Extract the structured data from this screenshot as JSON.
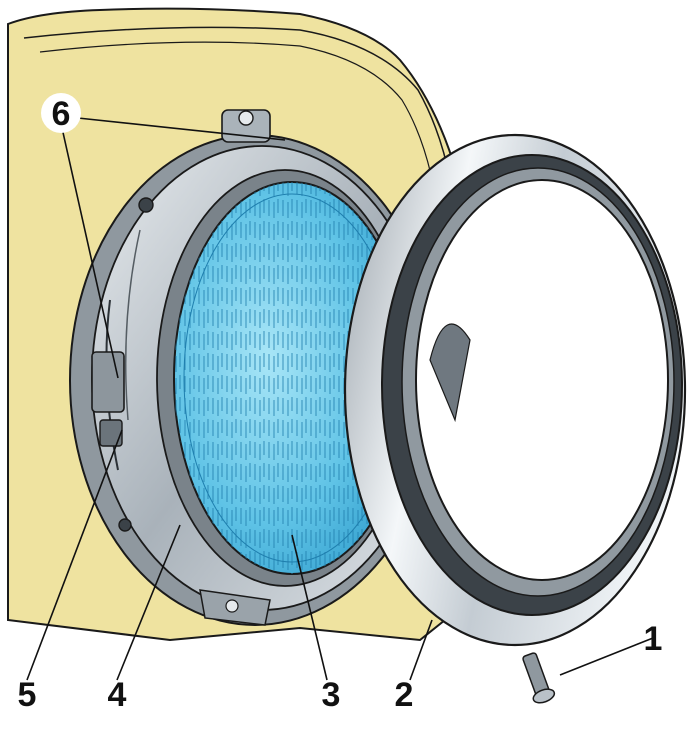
{
  "colors": {
    "panel": "#efe3a0",
    "panel_shade": "#d9c77c",
    "outline": "#1a1a1a",
    "housing": "#b9c1c8",
    "housing_dark": "#6f7880",
    "lens": "#5fc3e6",
    "lens_dark": "#2a9ccc",
    "rim": "#d7dde2",
    "rim_dark": "#3b4248"
  },
  "callouts": [
    {
      "number": "1",
      "part": "screw"
    },
    {
      "number": "2",
      "part": "trim-rim"
    },
    {
      "number": "3",
      "part": "headlight-unit"
    },
    {
      "number": "4",
      "part": "mounting-ring"
    },
    {
      "number": "5",
      "part": "adjusting-screw"
    },
    {
      "number": "6",
      "part": "adjusting-screws"
    }
  ]
}
